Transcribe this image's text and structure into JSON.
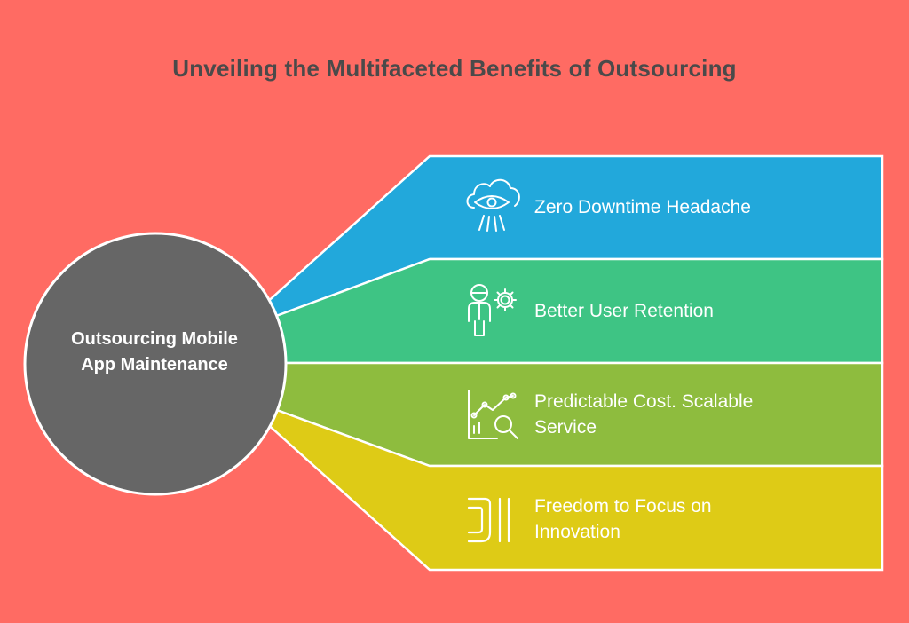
{
  "title": "Unveiling the Multifaceted Benefits of Outsourcing",
  "hub": {
    "label": "Outsourcing Mobile App Maintenance",
    "color": "#666666"
  },
  "benefits": [
    {
      "label": "Zero Downtime Headache",
      "color": "#22A8DB",
      "icon": "cloud-eye-icon"
    },
    {
      "label": "Better User Retention",
      "color": "#3EC484",
      "icon": "user-gear-icon"
    },
    {
      "label": "Predictable Cost. Scalable Service",
      "color": "#8EBC3E",
      "icon": "chart-magnifier-icon"
    },
    {
      "label": "Freedom to Focus on Innovation",
      "color": "#DECB16",
      "icon": "abstract-lines-icon"
    }
  ],
  "colors": {
    "background": "#FF6B63",
    "title": "#4A4A4A"
  }
}
